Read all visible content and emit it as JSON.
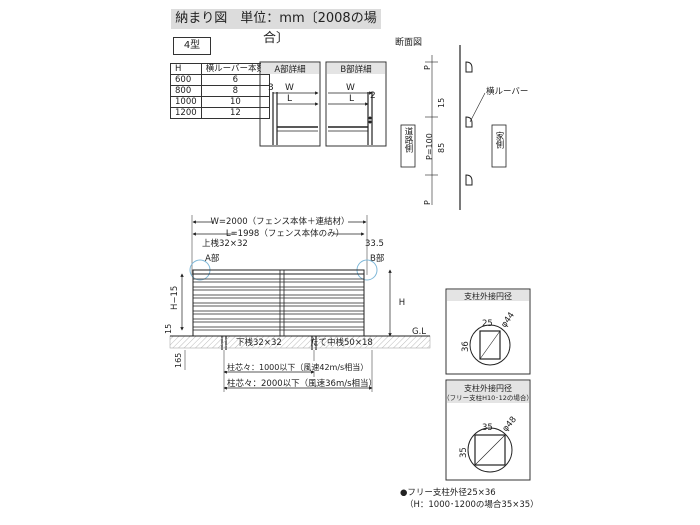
{
  "title": "納まり図　単位：mm〔2008の場合〕",
  "type_label": "4型",
  "table": {
    "headers": [
      "H",
      "横ルーバー本数"
    ],
    "rows": [
      [
        "600",
        "6"
      ],
      [
        "800",
        "8"
      ],
      [
        "1000",
        "10"
      ],
      [
        "1200",
        "12"
      ]
    ]
  },
  "detail_a": {
    "title": "A部詳細",
    "dim_3": "3",
    "w": "W",
    "l": "L"
  },
  "detail_b": {
    "title": "B部詳細",
    "dim_2": "2",
    "w": "W",
    "l": "L"
  },
  "section": {
    "title": "断面図",
    "louver_label": "横ルーバー",
    "road_label": "道路側",
    "house_label": "家側",
    "p": "P",
    "dim_15": "15",
    "dim_85": "85",
    "p100": "P=100"
  },
  "elevation": {
    "w_label": "W=2000（フェンス本体＋連結材）",
    "l_label": "L=1998（フェンス本体のみ）",
    "top_rail": "上桟32×32",
    "a_part": "A部",
    "b_part": "B部",
    "dim_33_5": "33.5",
    "h": "H",
    "h_minus": "H−15",
    "dim_15": "15",
    "gl": "G.L",
    "bottom_rail": "下桟32×32",
    "mid_post": "たて中桟50×18",
    "dim_165": "165",
    "pitch_1000": "柱芯々：1000以下（風速42m/s相当）",
    "pitch_2000": "柱芯々：2000以下（風速36m/s相当）"
  },
  "circle1": {
    "title": "支柱外接円径",
    "d": "25",
    "w": "36",
    "phi": "φ44"
  },
  "circle2": {
    "title": "支柱外接円径",
    "subtitle": "（フリー支柱H10･12の場合）",
    "d": "35",
    "w": "35",
    "phi": "φ48"
  },
  "notes": {
    "line1": "●フリー支柱外径25×36",
    "line2": "（H：1000･1200の場合35×35）"
  }
}
